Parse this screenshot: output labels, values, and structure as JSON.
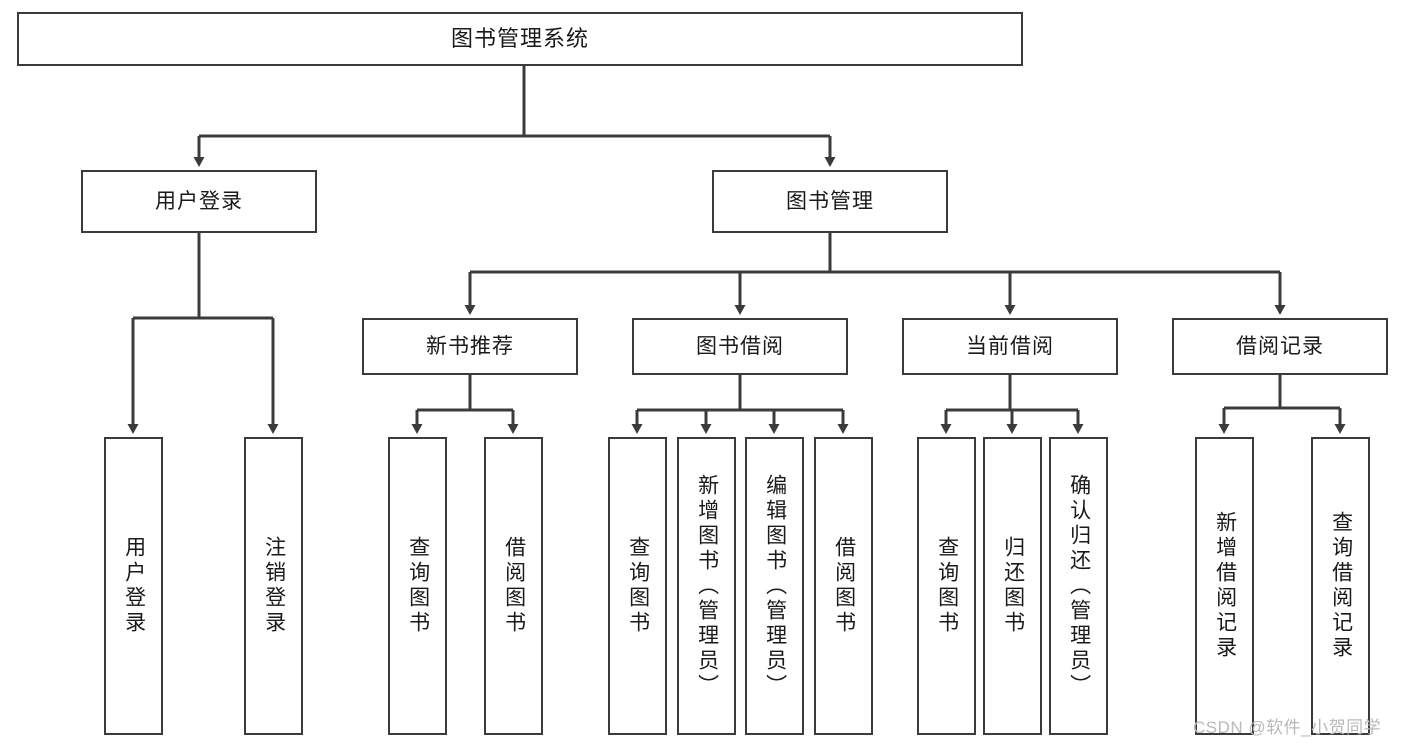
{
  "diagram": {
    "type": "tree",
    "title": "图书管理系统",
    "stroke_color": "#3b3b3b",
    "background_color": "#ffffff",
    "text_color": "#1a1a1a",
    "levels": [
      {
        "level": 1,
        "nodes": [
          {
            "id": "root",
            "label": "图书管理系统",
            "orientation": "horizontal"
          }
        ]
      },
      {
        "level": 2,
        "nodes": [
          {
            "id": "l2-1",
            "label": "用户登录",
            "orientation": "horizontal",
            "parent": "root"
          },
          {
            "id": "l2-2",
            "label": "图书管理",
            "orientation": "horizontal",
            "parent": "root"
          }
        ]
      },
      {
        "level": 3,
        "nodes": [
          {
            "id": "l3-1",
            "label": "新书推荐",
            "orientation": "horizontal",
            "parent": "l2-2"
          },
          {
            "id": "l3-2",
            "label": "图书借阅",
            "orientation": "horizontal",
            "parent": "l2-2"
          },
          {
            "id": "l3-3",
            "label": "当前借阅",
            "orientation": "horizontal",
            "parent": "l2-2"
          },
          {
            "id": "l3-4",
            "label": "借阅记录",
            "orientation": "horizontal",
            "parent": "l2-2"
          }
        ]
      },
      {
        "level": 4,
        "nodes": [
          {
            "id": "l4-1",
            "label": "用户登录",
            "orientation": "vertical",
            "parent": "l2-1"
          },
          {
            "id": "l4-2",
            "label": "注销登录",
            "orientation": "vertical",
            "parent": "l2-1"
          },
          {
            "id": "l4-3",
            "label": "查询图书",
            "orientation": "vertical",
            "parent": "l3-1"
          },
          {
            "id": "l4-4",
            "label": "借阅图书",
            "orientation": "vertical",
            "parent": "l3-1"
          },
          {
            "id": "l4-5",
            "label": "查询图书",
            "orientation": "vertical",
            "parent": "l3-2"
          },
          {
            "id": "l4-6",
            "label": "新增图书（管理员）",
            "orientation": "vertical",
            "parent": "l3-2"
          },
          {
            "id": "l4-7",
            "label": "编辑图书（管理员）",
            "orientation": "vertical",
            "parent": "l3-2"
          },
          {
            "id": "l4-8",
            "label": "借阅图书",
            "orientation": "vertical",
            "parent": "l3-2"
          },
          {
            "id": "l4-9",
            "label": "查询图书",
            "orientation": "vertical",
            "parent": "l3-3"
          },
          {
            "id": "l4-10",
            "label": "归还图书",
            "orientation": "vertical",
            "parent": "l3-3"
          },
          {
            "id": "l4-11",
            "label": "确认归还（管理员）",
            "orientation": "vertical",
            "parent": "l3-3"
          },
          {
            "id": "l4-12",
            "label": "新增借阅记录",
            "orientation": "vertical",
            "parent": "l3-4"
          },
          {
            "id": "l4-13",
            "label": "查询借阅记录",
            "orientation": "vertical",
            "parent": "l3-4"
          }
        ]
      }
    ]
  },
  "watermark": {
    "text": "CSDN @软件_小贺同学"
  }
}
